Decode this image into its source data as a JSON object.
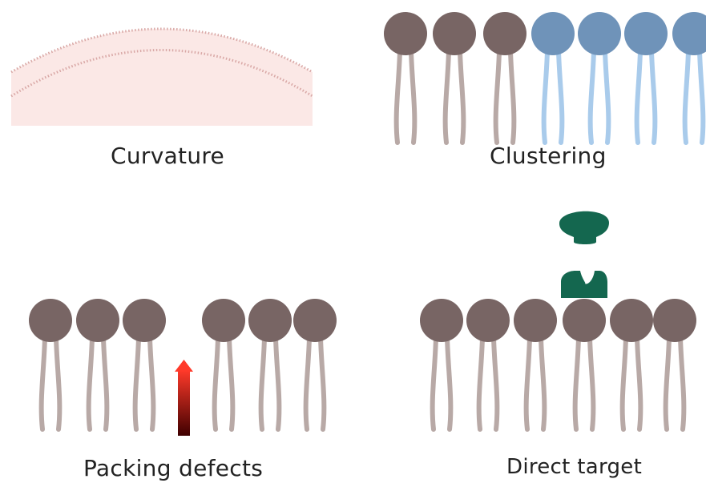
{
  "panels": {
    "curvature": {
      "label": "Curvature"
    },
    "clustering": {
      "label": "Clustering"
    },
    "packing": {
      "label": "Packing defects"
    },
    "direct": {
      "label": "Direct target"
    }
  },
  "colors": {
    "head_brown": "#786564",
    "tail_brown": "#b8a9a6",
    "head_blue": "#6f93b9",
    "tail_blue": "#a9cbeb",
    "protein_green": "#14674f",
    "bilayer_fill": "#fbe8e6",
    "bilayer_line": "#d9a8a6",
    "arrow_top": "#ff3a2a",
    "arrow_bottom": "#3f0000"
  },
  "icons": {
    "curvature": "curved-bilayer",
    "lipid": "phospholipid",
    "defect_arrow": "arrow-up-icon",
    "protein": "binding-protein",
    "receptor": "receptor"
  }
}
